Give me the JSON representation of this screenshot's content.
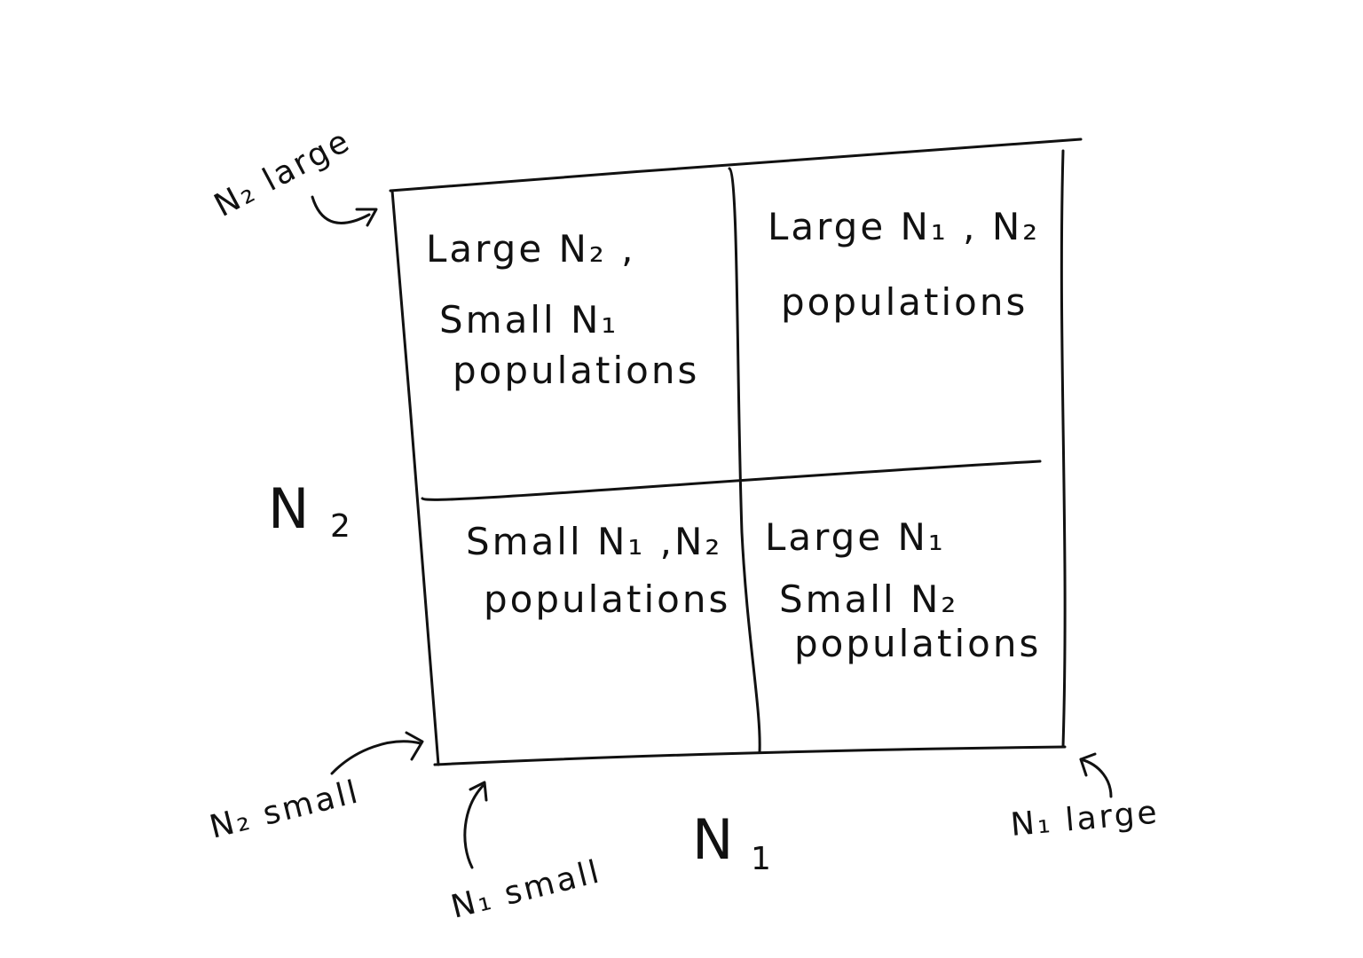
{
  "quadrants": {
    "top_left": {
      "lines": [
        "Large N₂ ,",
        "Small N₁",
        "populations"
      ]
    },
    "top_right": {
      "lines": [
        "Large N₁ , N₂",
        "populations"
      ]
    },
    "bottom_left": {
      "lines": [
        "Small N₁ ,N₂",
        "populations"
      ]
    },
    "bottom_right": {
      "lines": [
        "Large N₁",
        "Small N₂",
        "populations"
      ]
    }
  },
  "axes": {
    "x": {
      "label": "N",
      "subscript": "1"
    },
    "y": {
      "label": "N",
      "subscript": "2"
    }
  },
  "corner_labels": {
    "y_large": {
      "text": "N₂ large"
    },
    "y_small": {
      "text": "N₂ small"
    },
    "x_small": {
      "text": "N₁ small"
    },
    "x_large": {
      "text": "N₁ large"
    }
  }
}
